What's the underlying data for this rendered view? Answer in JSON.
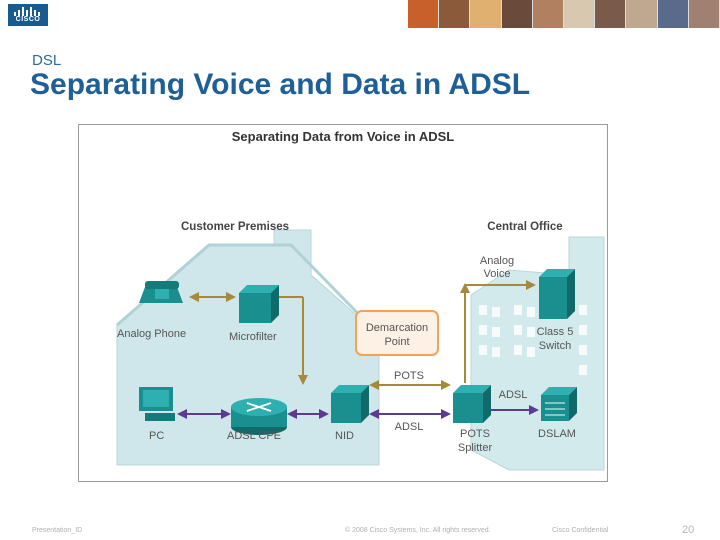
{
  "header": {
    "logo_text": "CISCO",
    "section": "DSL",
    "title": "Separating Voice and Data in ADSL"
  },
  "diagram": {
    "title": "Separating Data from Voice in ADSL",
    "labels": {
      "customer_premises": "Customer Premises",
      "central_office": "Central Office",
      "analog_phone": "Analog Phone",
      "microfilter": "Microfilter",
      "pc": "PC",
      "adsl_cpe": "ADSL CPE",
      "nid": "NID",
      "demarcation_line1": "Demarcation",
      "demarcation_line2": "Point",
      "pots": "POTS",
      "adsl_lower": "ADSL",
      "adsl_co": "ADSL",
      "pots_splitter_line1": "POTS",
      "pots_splitter_line2": "Splitter",
      "dslam": "DSLAM",
      "analog_voice_line1": "Analog",
      "analog_voice_line2": "Voice",
      "class5_line1": "Class 5",
      "class5_line2": "Switch"
    },
    "colors": {
      "voice": "#a48a3a",
      "data": "#5b3a8f",
      "device": "#1a8f8f",
      "building": "#cfe7ea",
      "demarc_border": "#f2a35a",
      "demarc_fill": "#fdf0e4"
    }
  },
  "footer": {
    "left": "Presentation_ID",
    "center": "© 2008 Cisco Systems, Inc. All rights reserved.",
    "right": "Cisco Confidential",
    "page": "20"
  }
}
